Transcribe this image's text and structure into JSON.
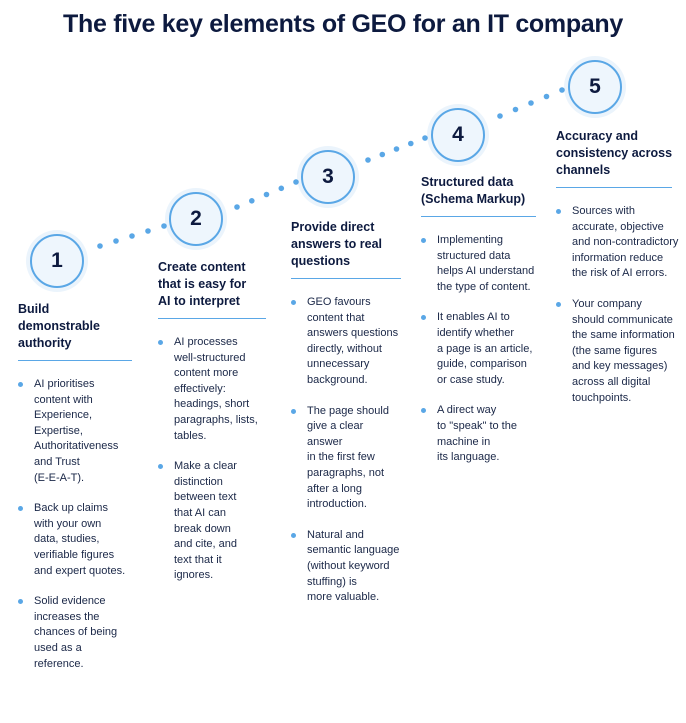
{
  "title": "The five key elements of GEO for an IT company",
  "colors": {
    "accent": "#5aa7e6",
    "text": "#0d1a3f"
  },
  "steps": [
    {
      "number": "1",
      "heading": [
        "Build",
        "demonstrable",
        "authority"
      ],
      "bullets": [
        [
          "AI prioritises",
          "content with",
          "Experience,",
          "Expertise,",
          "Authoritativeness",
          "and Trust",
          "(E-E-A-T)."
        ],
        [
          "Back up claims",
          "with your own",
          "data, studies,",
          "verifiable figures",
          "and expert quotes."
        ],
        [
          "Solid evidence",
          "increases the",
          "chances of being",
          "used as a",
          "reference."
        ]
      ]
    },
    {
      "number": "2",
      "heading": [
        "Create content",
        "that is easy for",
        "AI to interpret"
      ],
      "bullets": [
        [
          "AI processes",
          "well-structured",
          "content more",
          "effectively:",
          "headings, short",
          "paragraphs, lists,",
          "tables."
        ],
        [
          "Make a clear",
          "distinction",
          "between text",
          "that AI can",
          "break down",
          "and cite, and",
          "text that it",
          "ignores."
        ]
      ]
    },
    {
      "number": "3",
      "heading": [
        "Provide direct",
        "answers to real",
        "questions"
      ],
      "bullets": [
        [
          "GEO favours",
          "content that",
          "answers questions",
          "directly, without",
          "unnecessary",
          "background."
        ],
        [
          "The page should",
          "give a clear answer",
          "in the first few",
          "paragraphs, not",
          "after a long",
          "introduction."
        ],
        [
          "Natural and",
          "semantic language",
          "(without keyword",
          "stuffing) is",
          "more valuable."
        ]
      ]
    },
    {
      "number": "4",
      "heading": [
        "Structured data",
        "(Schema Markup)"
      ],
      "bullets": [
        [
          "Implementing",
          "structured data",
          "helps AI understand",
          "the type of content."
        ],
        [
          "It enables AI to",
          "identify whether",
          "a page is an article,",
          "guide, comparison",
          "or case study."
        ],
        [
          "A direct way",
          "to \"speak\" to the",
          "machine in",
          "its language."
        ]
      ]
    },
    {
      "number": "5",
      "heading": [
        "Accuracy and",
        "consistency across",
        "channels"
      ],
      "bullets": [
        [
          "Sources with",
          "accurate, objective",
          "and non-contradictory",
          "information reduce",
          "the risk of AI errors."
        ],
        [
          "Your company",
          "should communicate",
          "the same information",
          "(the same figures",
          "and key messages)",
          "across all digital",
          "touchpoints."
        ]
      ]
    }
  ]
}
